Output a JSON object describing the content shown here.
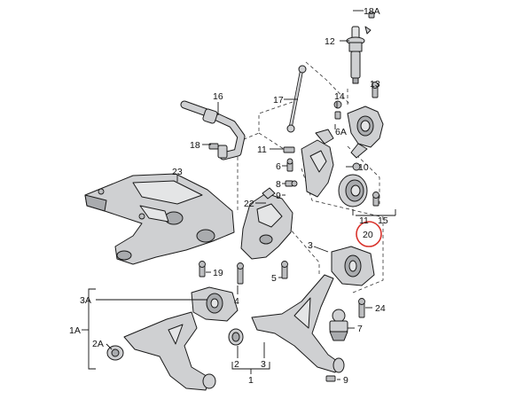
{
  "labels": {
    "l18A": "18A",
    "l12": "12",
    "l17": "17",
    "l13": "13",
    "l14": "14",
    "l16": "16",
    "l6A": "6A",
    "l18": "18",
    "l11a": "11",
    "l6": "6",
    "l10": "10",
    "l8": "8",
    "l23": "23",
    "l9": "9",
    "l22": "22",
    "l11b": "11",
    "l15": "15",
    "l20": "20",
    "l19": "19",
    "l3a": "3",
    "l5": "5",
    "l3A": "3A",
    "l4": "4",
    "l24": "24",
    "l1A": "1A",
    "l7": "7",
    "l2A": "2A",
    "l2": "2",
    "l3b": "3",
    "l1": "1",
    "l9b": "9"
  },
  "colors": {
    "highlight_circle": "#d9322b",
    "part_fill": "#cfd0d2",
    "line": "#111111"
  }
}
